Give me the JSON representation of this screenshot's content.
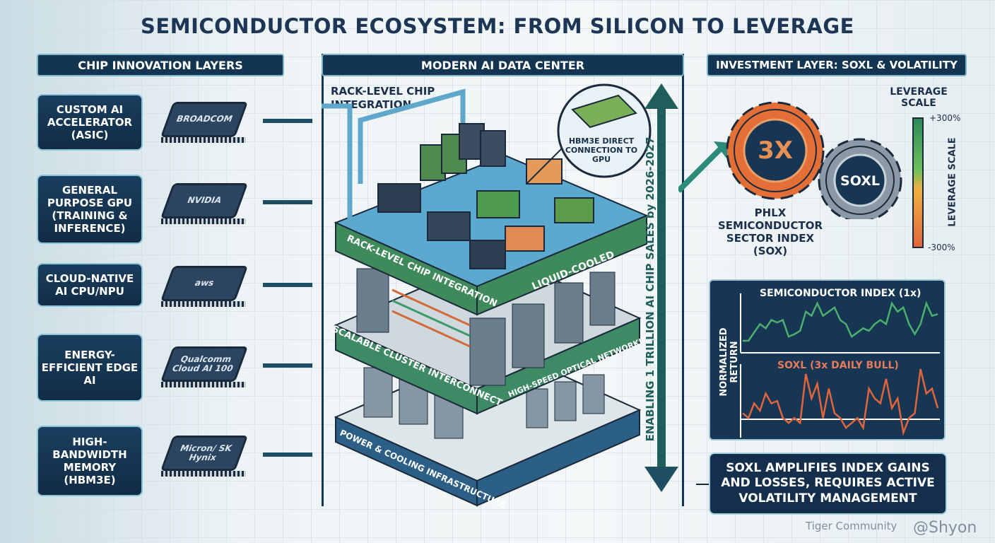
{
  "title": "SEMICONDUCTOR ECOSYSTEM: FROM SILICON TO LEVERAGE",
  "left": {
    "header": "CHIP INNOVATION LAYERS",
    "items": [
      {
        "label": "CUSTOM AI ACCELERATOR (ASIC)",
        "chip": "BROADCOM"
      },
      {
        "label": "GENERAL PURPOSE GPU (TRAINING & INFERENCE)",
        "chip": "NVIDIA"
      },
      {
        "label": "CLOUD-NATIVE AI CPU/NPU",
        "chip": "aws"
      },
      {
        "label": "ENERGY-EFFICIENT EDGE AI",
        "chip": "Qualcomm Cloud AI 100"
      },
      {
        "label": "HIGH-BANDWIDTH MEMORY (HBM3E)",
        "chip": "Micron/ SK Hynix"
      }
    ]
  },
  "center": {
    "header": "MODERN AI DATA CENTER",
    "rack_label": "RACK-LEVEL CHIP INTEGRATION",
    "callout": "HBM3E DIRECT CONNECTION TO GPU",
    "layers": [
      {
        "left": "RACK-LEVEL CHIP INTEGRATION",
        "right": "LIQUID-COOLED",
        "color": "#3f8a5a"
      },
      {
        "left": "SCALABLE CLUSTER INTERCONNECT",
        "right": "HIGH-SPEED OPTICAL NETWORKING",
        "color": "#3e8a64"
      },
      {
        "left": "POWER & COOLING INFRASTRUCTURE",
        "right": "",
        "color": "#2c5f86"
      }
    ],
    "arrow_text": "ENABLING 1 TRILLION AI CHIP SALES by 2026-2027"
  },
  "right": {
    "header": "INVESTMENT LAYER: SOXL & VOLATILITY",
    "gear_3x": "3X",
    "gear_soxl": "SOXL",
    "index_label": "PHLX SEMICONDUCTOR SECTOR INDEX (SOX)",
    "scale_title": "LEVERAGE SCALE",
    "scale_top": "+300%",
    "scale_bottom": "-300%",
    "scale_vertical": "LEVERAGE SCALE",
    "summary": "SOXL AMPLIFIES INDEX GAINS AND LOSSES, REQUIRES ACTIVE VOLATILITY MANAGEMENT"
  },
  "chart_data": {
    "type": "line",
    "ylabel": "NORMALIZED RETURN",
    "series": [
      {
        "name": "SEMICONDUCTOR INDEX (1x)",
        "color": "#4caf6e",
        "values": [
          2,
          2,
          3,
          4,
          3.5,
          4.5,
          4.2,
          4.5,
          2.5,
          2.8,
          3.2,
          5.5,
          5,
          6.5,
          5,
          5.5,
          6,
          4.5,
          4,
          2.5,
          3,
          3.5,
          3.2,
          4,
          4.5,
          4,
          6.5,
          5.5,
          6,
          4,
          2.8,
          4,
          6.5,
          5,
          5.2
        ]
      },
      {
        "name": "SOXL (3x DAILY BULL)",
        "color": "#e0643c",
        "values": [
          0,
          -1,
          2,
          0.5,
          4,
          2,
          2.5,
          -1,
          -2,
          -1,
          -2,
          8,
          3,
          6,
          -1,
          5,
          0,
          -1,
          -3,
          -2,
          -1,
          -3,
          5,
          3,
          2,
          7,
          1,
          3,
          -4,
          -1,
          0,
          9,
          4,
          5,
          1
        ]
      }
    ]
  },
  "watermark": {
    "brand": "Tiger Community",
    "handle": "@Shyon"
  }
}
